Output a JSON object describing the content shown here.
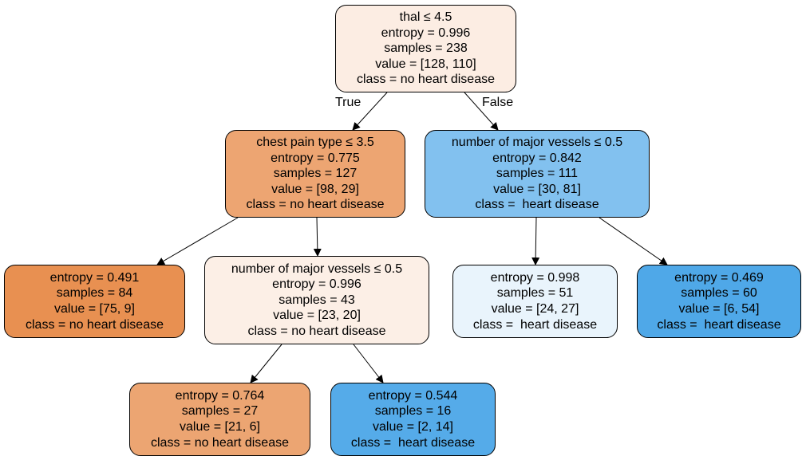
{
  "nodes": [
    {
      "id": "n0",
      "lines": [
        "thal ≤ 4.5",
        "entropy = 0.996",
        "samples = 238",
        "value = [128, 110]",
        "class = no heart disease"
      ],
      "color": "#fcede3"
    },
    {
      "id": "n1",
      "lines": [
        "chest pain type ≤ 3.5",
        "entropy = 0.775",
        "samples = 127",
        "value = [98, 29]",
        "class = no heart disease"
      ],
      "color": "#eda572"
    },
    {
      "id": "n2",
      "lines": [
        "number of major vessels ≤ 0.5",
        "entropy = 0.842",
        "samples = 111",
        "value = [30, 81]",
        "class =  heart disease"
      ],
      "color": "#82c1ef"
    },
    {
      "id": "n3",
      "lines": [
        "entropy = 0.491",
        "samples = 84",
        "value = [75, 9]",
        "class = no heart disease"
      ],
      "color": "#e89051"
    },
    {
      "id": "n4",
      "lines": [
        "number of major vessels ≤ 0.5",
        "entropy = 0.996",
        "samples = 43",
        "value = [23, 20]",
        "class = no heart disease"
      ],
      "color": "#fcefe6"
    },
    {
      "id": "n5",
      "lines": [
        "entropy = 0.998",
        "samples = 51",
        "value = [24, 27]",
        "class =  heart disease"
      ],
      "color": "#e9f4fc"
    },
    {
      "id": "n6",
      "lines": [
        "entropy = 0.469",
        "samples = 60",
        "value = [6, 54]",
        "class =  heart disease"
      ],
      "color": "#4fa8e8"
    },
    {
      "id": "n7",
      "lines": [
        "entropy = 0.764",
        "samples = 27",
        "value = [21, 6]",
        "class = no heart disease"
      ],
      "color": "#eca572"
    },
    {
      "id": "n8",
      "lines": [
        "entropy = 0.544",
        "samples = 16",
        "value = [2, 14]",
        "class =  heart disease"
      ],
      "color": "#55abe9"
    }
  ],
  "edges": [
    {
      "from": "n0",
      "to": "n1"
    },
    {
      "from": "n0",
      "to": "n2"
    },
    {
      "from": "n1",
      "to": "n3"
    },
    {
      "from": "n1",
      "to": "n4"
    },
    {
      "from": "n2",
      "to": "n5"
    },
    {
      "from": "n2",
      "to": "n6"
    },
    {
      "from": "n4",
      "to": "n7"
    },
    {
      "from": "n4",
      "to": "n8"
    }
  ],
  "edge_labels": {
    "true_label": "True",
    "false_label": "False"
  }
}
